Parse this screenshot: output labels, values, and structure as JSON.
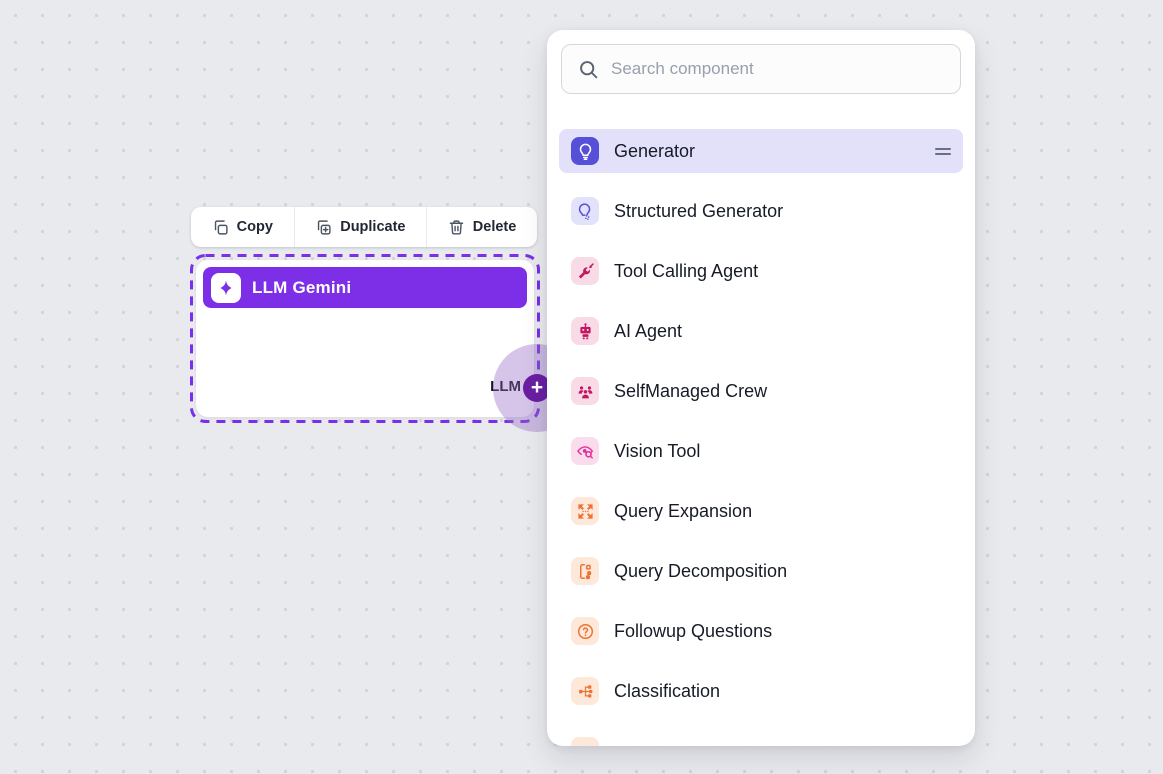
{
  "colors": {
    "canvas_bg": "#e9eaee",
    "canvas_dot": "#d2d4da",
    "node_header_purple": "#7c2fe6",
    "selection_dash_purple": "#7a2fe8",
    "add_button_purple": "#6a1fa2",
    "halo_lavender": "rgba(146,103,197,0.38)",
    "selected_row_bg": "#e3e1fa",
    "icon_indigo": "#564fd8",
    "icon_pink": "#c2165e",
    "icon_magenta": "#e3319c",
    "icon_orange": "#ee7334"
  },
  "canvas": {
    "toolbar": {
      "copy_label": "Copy",
      "duplicate_label": "Duplicate",
      "delete_label": "Delete"
    },
    "node": {
      "title": "LLM Gemini",
      "output_handle_label": "LLM",
      "add_button_glyph": "+"
    }
  },
  "panel": {
    "search": {
      "placeholder": "Search component",
      "value": ""
    },
    "items": [
      {
        "label": "Generator",
        "icon": "lightbulb-icon",
        "selected": true
      },
      {
        "label": "Structured Generator",
        "icon": "lightbulb-dots-icon",
        "selected": false
      },
      {
        "label": "Tool Calling Agent",
        "icon": "wrench-arrow-icon",
        "selected": false
      },
      {
        "label": "AI Agent",
        "icon": "robot-icon",
        "selected": false
      },
      {
        "label": "SelfManaged Crew",
        "icon": "people-group-icon",
        "selected": false
      },
      {
        "label": "Vision Tool",
        "icon": "eye-magnifier-icon",
        "selected": false
      },
      {
        "label": "Query Expansion",
        "icon": "expand-arrows-icon",
        "selected": false
      },
      {
        "label": "Query Decomposition",
        "icon": "bracket-blocks-icon",
        "selected": false
      },
      {
        "label": "Followup Questions",
        "icon": "question-circle-icon",
        "selected": false
      },
      {
        "label": "Classification",
        "icon": "branch-diagram-icon",
        "selected": false
      },
      {
        "label": "",
        "icon": "partially-hidden-icon",
        "selected": false
      }
    ]
  }
}
